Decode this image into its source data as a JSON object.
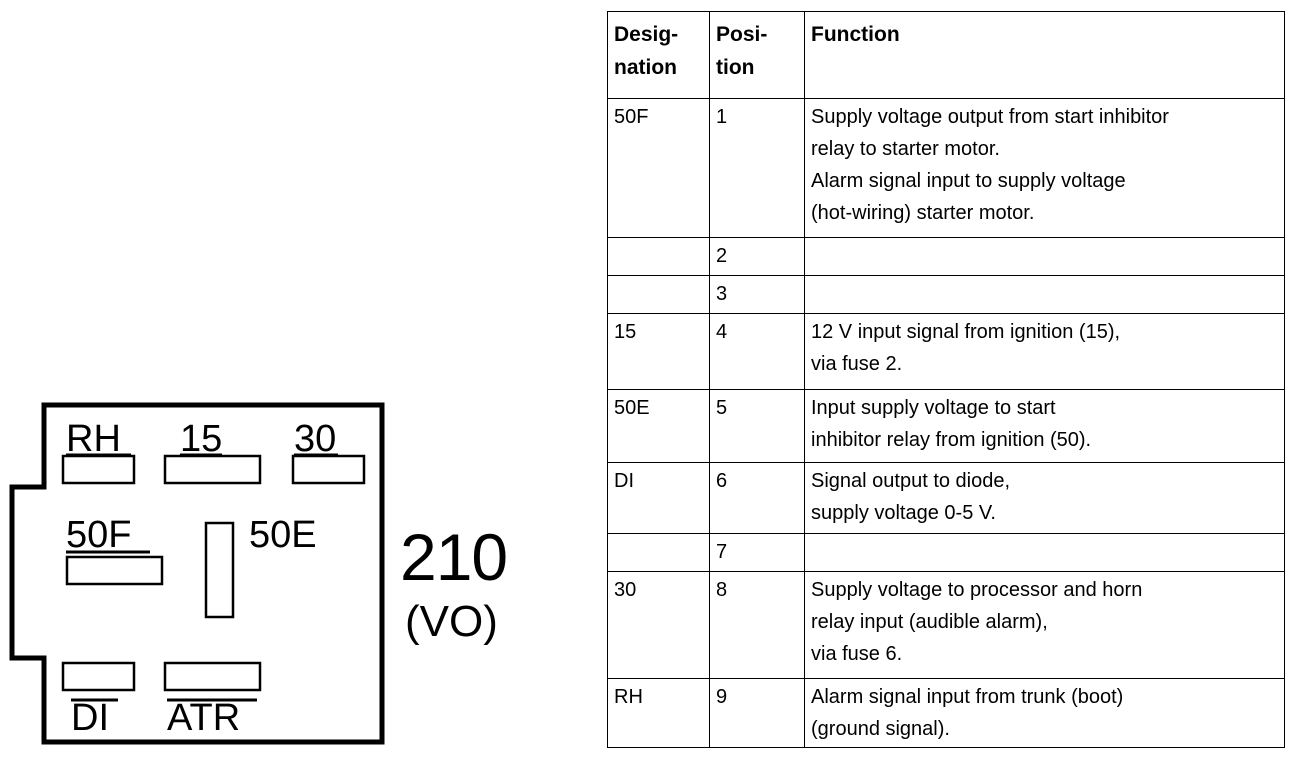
{
  "connector": {
    "pins": {
      "rh": "RH",
      "p15": "15",
      "p30": "30",
      "p50f": "50F",
      "p50e": "50E",
      "di": "DI",
      "atr": "ATR"
    },
    "code": "210",
    "suffix": "(VO)"
  },
  "table": {
    "headers": [
      "Desig-\nnation",
      "Posi-\ntion",
      "Function"
    ],
    "rows": [
      {
        "designation": "50F",
        "position": "1",
        "function": "Supply voltage output from start inhibitor\nrelay to starter motor.\nAlarm signal input to supply voltage\n(hot-wiring) starter motor."
      },
      {
        "designation": "",
        "position": "2",
        "function": ""
      },
      {
        "designation": "",
        "position": "3",
        "function": ""
      },
      {
        "designation": "15",
        "position": "4",
        "function": "12 V input signal from ignition (15),\nvia fuse 2."
      },
      {
        "designation": "50E",
        "position": "5",
        "function": "Input supply voltage to start\n inhibitor relay from ignition (50)."
      },
      {
        "designation": "DI",
        "position": "6",
        "function": "Signal output to diode,\nsupply voltage 0-5 V."
      },
      {
        "designation": "",
        "position": "7",
        "function": ""
      },
      {
        "designation": "30",
        "position": "8",
        "function": "Supply voltage to processor and horn\nrelay input (audible alarm),\nvia fuse 6."
      },
      {
        "designation": "RH",
        "position": "9",
        "function": "Alarm signal input from trunk (boot)\n(ground signal)."
      }
    ]
  }
}
